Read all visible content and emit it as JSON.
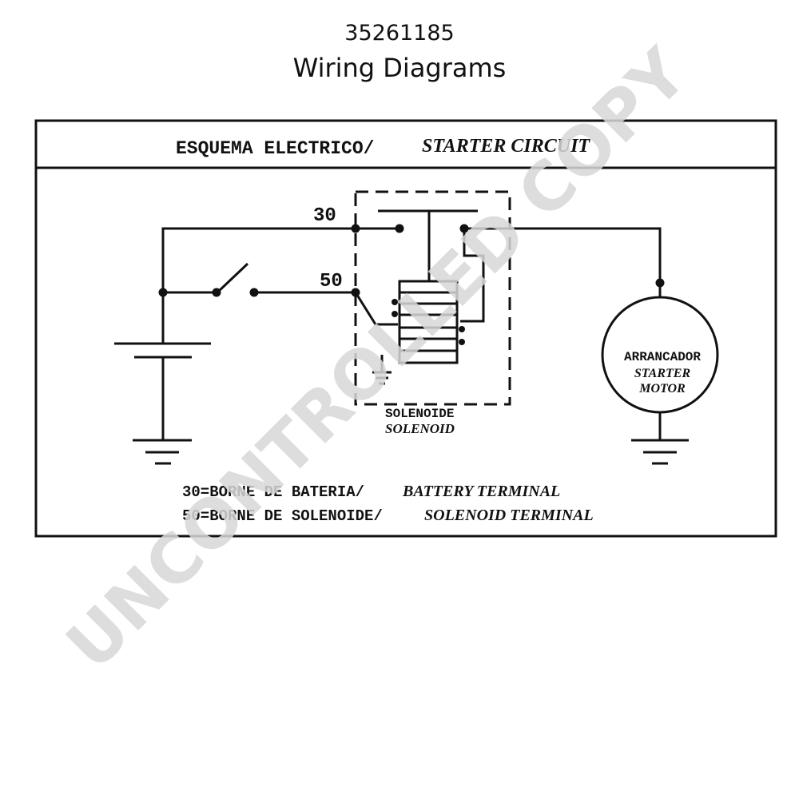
{
  "header": {
    "part_number": "35261185",
    "title": "Wiring Diagrams"
  },
  "diagram": {
    "title_es": "ESQUEMA ELECTRICO/",
    "title_en": "STARTER CIRCUIT",
    "terminal_30_label": "30",
    "terminal_50_label": "50",
    "solenoid_es": "SOLENOIDE",
    "solenoid_en": "SOLENOID",
    "motor_es": "ARRANCADOR",
    "motor_en_line1": "STARTER",
    "motor_en_line2": "MOTOR",
    "legend": [
      {
        "es": "30=BORNE DE BATERIA/",
        "en": "BATTERY TERMINAL"
      },
      {
        "es": "50=BORNE DE SOLENOIDE/",
        "en": "SOLENOID TERMINAL"
      }
    ]
  },
  "watermark": "UNCONTROLLED COPY",
  "colors": {
    "line": "#111111",
    "watermark": "#d8d8d8",
    "background": "#ffffff"
  }
}
